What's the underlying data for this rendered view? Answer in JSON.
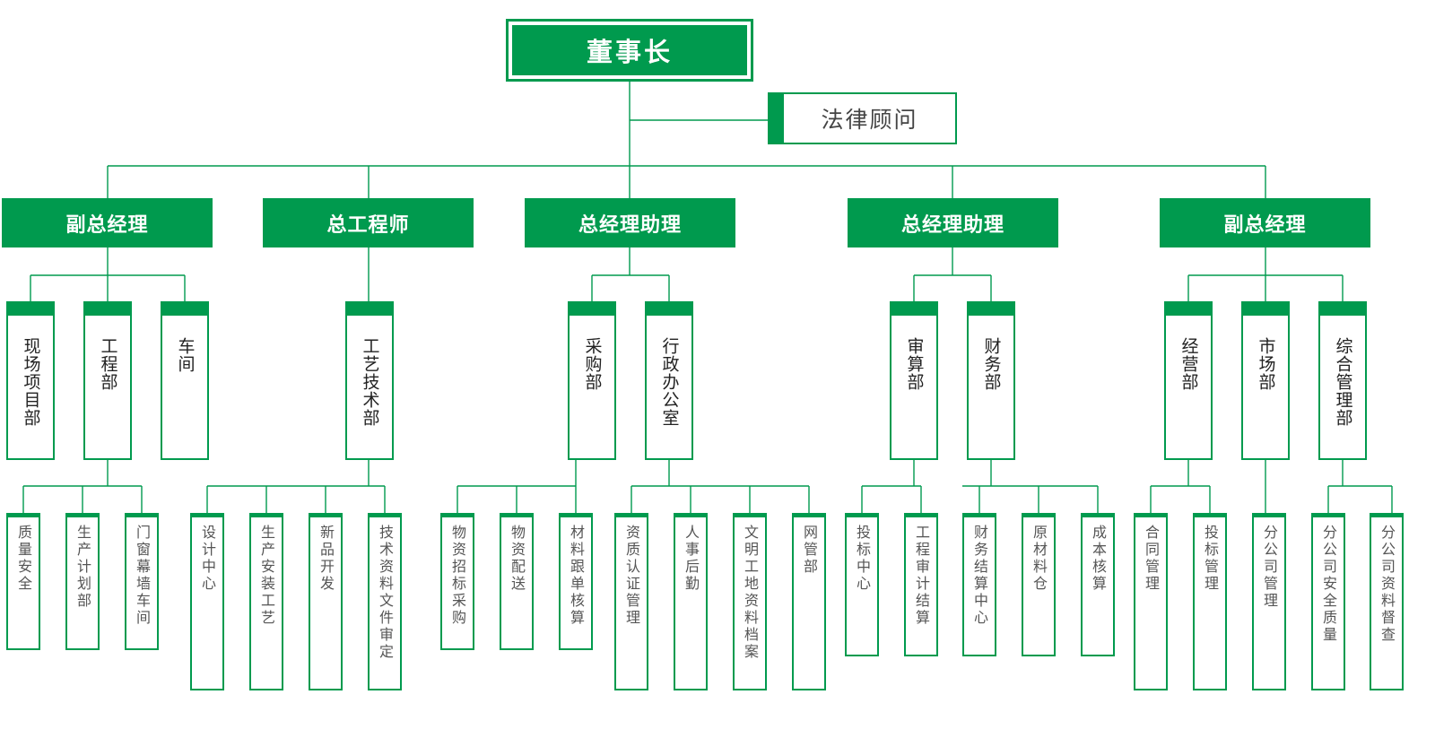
{
  "root": {
    "label": "董事长"
  },
  "legal": {
    "label": "法律顾问"
  },
  "divisions": [
    {
      "label": "副总经理",
      "departments": [
        {
          "label": "现场项目部",
          "units": []
        },
        {
          "label": "工程部",
          "units": [
            "质量安全",
            "生产计划部",
            "门窗幕墙车间"
          ]
        },
        {
          "label": "车间",
          "units": []
        }
      ]
    },
    {
      "label": "总工程师",
      "departments": [
        {
          "label": "工艺技术部",
          "units": [
            "设计中心",
            "生产安装工艺",
            "新品开发",
            "技术资料文件审定"
          ]
        }
      ]
    },
    {
      "label": "总经理助理",
      "departments": [
        {
          "label": "采购部",
          "units": [
            "物资招标采购",
            "物资配送",
            "材料跟单核算"
          ]
        },
        {
          "label": "行政办公室",
          "units": [
            "资质认证管理",
            "人事后勤",
            "文明工地资料档案",
            "网管部"
          ]
        }
      ]
    },
    {
      "label": "总经理助理",
      "departments": [
        {
          "label": "审算部",
          "units": [
            "投标中心",
            "工程审计结算"
          ]
        },
        {
          "label": "财务部",
          "units": [
            "财务结算中心",
            "原材料仓",
            "成本核算"
          ]
        }
      ]
    },
    {
      "label": "副总经理",
      "departments": [
        {
          "label": "经营部",
          "units": [
            "合同管理",
            "投标管理"
          ]
        },
        {
          "label": "市场部",
          "units": [
            "分公司管理"
          ]
        },
        {
          "label": "综合管理部",
          "units": [
            "分公司安全质量",
            "分公司资料督查"
          ]
        }
      ]
    }
  ],
  "colors": {
    "accent": "#009a4e",
    "text": "#222222",
    "muted": "#555555"
  }
}
